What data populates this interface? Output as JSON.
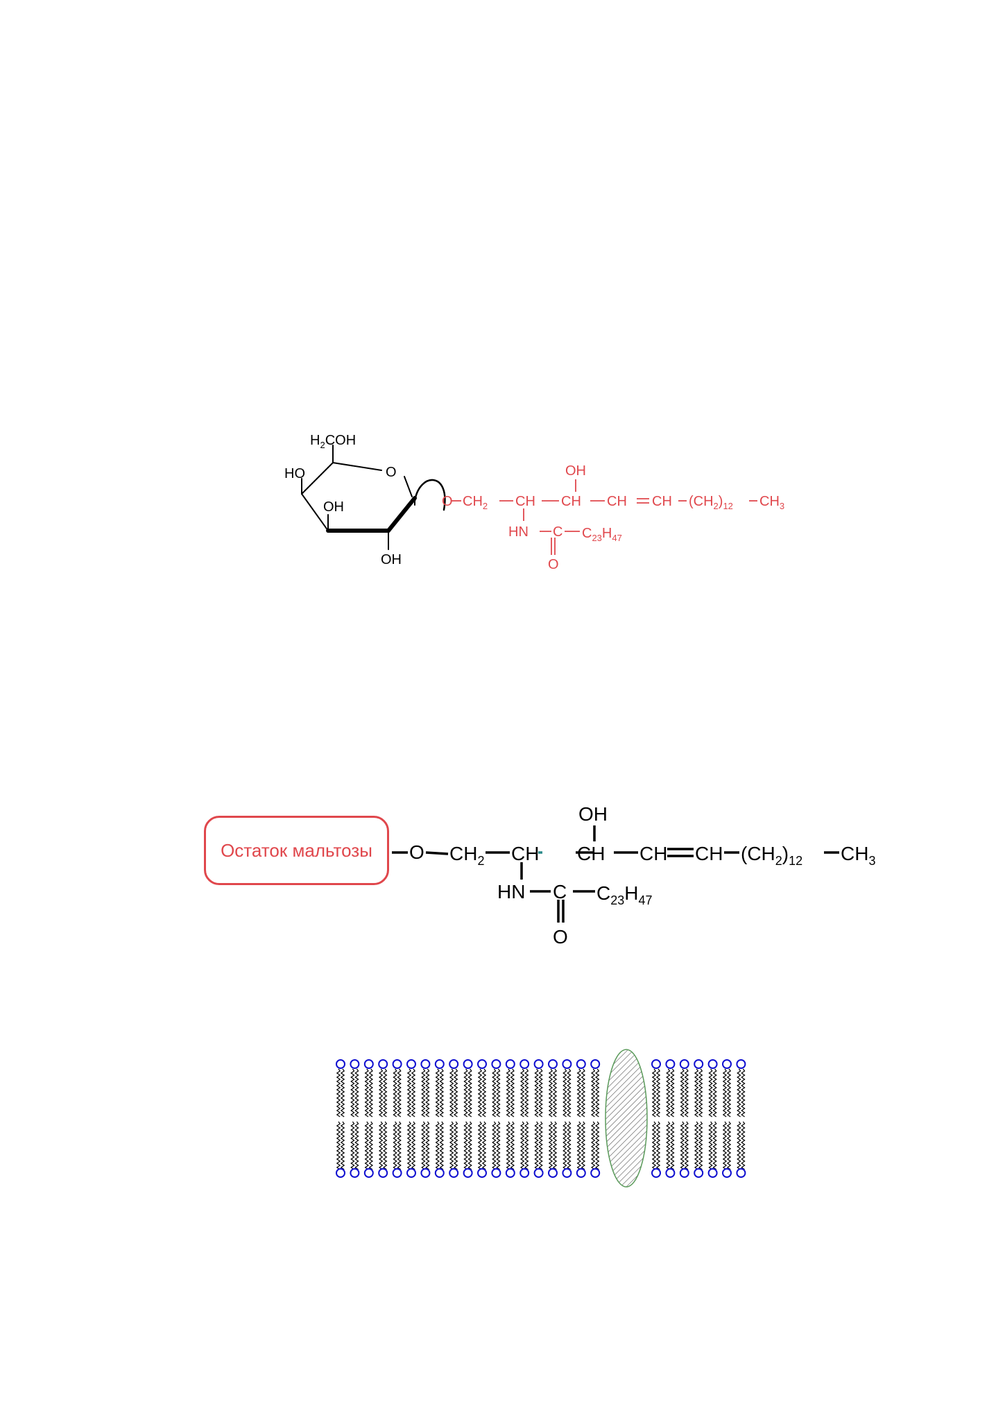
{
  "figure1": {
    "sugar": {
      "h2coh_H": "H",
      "h2coh_sub": "2",
      "h2coh_rest": "COH",
      "ring_o": "O",
      "oh_left": "HO",
      "oh_inner": "OH",
      "oh_bottom": "OH"
    },
    "chain": {
      "o_link": "O",
      "ch2_main": "CH",
      "ch2_sub": "2",
      "ch_1": "CH",
      "ch_2": "CH",
      "oh_top": "OH",
      "ch_3": "CH",
      "ch_4": "CH",
      "ch2n_open": "(CH",
      "ch2n_sub2": "2",
      "ch2n_close": ")",
      "ch2n_sub12": "12",
      "ch3": "CH",
      "ch3_sub": "3",
      "hn": "HN",
      "c_carbonyl": "C",
      "acyl_c": "C",
      "acyl_c_sub": "23",
      "acyl_h": "H",
      "acyl_h_sub": "47",
      "o_carbonyl": "O"
    },
    "colors": {
      "sugar": "#000000",
      "ceramide": "#e0474c"
    }
  },
  "figure2": {
    "residue_box_label": "Остаток мальтозы",
    "o_link": "O",
    "ch2_main": "CH",
    "ch2_sub": "2",
    "ch_1": "CH",
    "ch_2": "CH",
    "oh_top": "OH",
    "ch_3": "CH",
    "ch_4": "CH",
    "ch2n_open": "(CH",
    "ch2n_sub2": "2",
    "ch2n_close": ")",
    "ch2n_sub12": "12",
    "ch3": "CH",
    "ch3_sub": "3",
    "hn": "HN",
    "c_carbonyl": "C",
    "acyl_c": "C",
    "acyl_c_sub": "23",
    "acyl_h": "H",
    "acyl_h_sub": "47",
    "o_carbonyl": "O",
    "colors": {
      "box": "#e0474c",
      "text": "#000000"
    }
  },
  "figure3": {
    "lipids_left_count": 19,
    "lipids_right_count": 7,
    "colors": {
      "head": "#1010d0",
      "tail": "#000000",
      "protein": "#5a9a5a"
    }
  }
}
